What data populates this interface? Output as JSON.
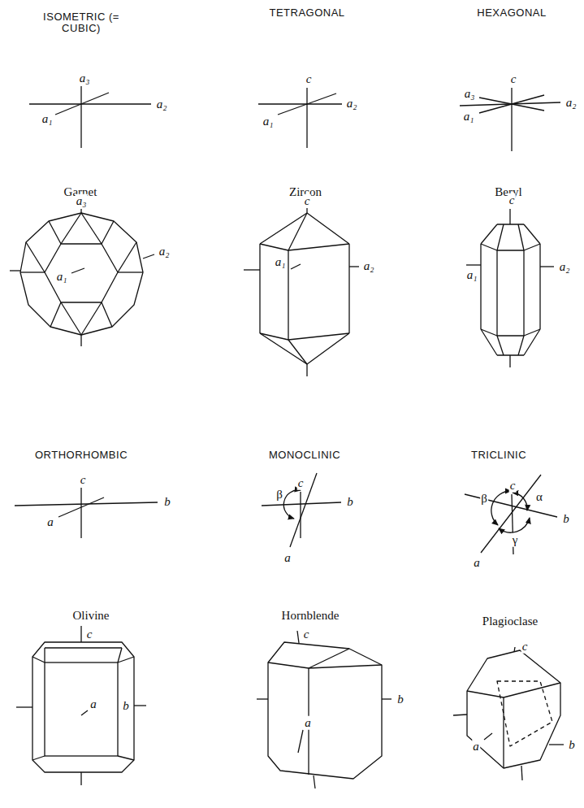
{
  "diagram": {
    "labels": [
      "ISOMETRIC (= CUBIC)",
      "a₃",
      "a₁",
      "a₂",
      "TETRAGONAL",
      "c",
      "a₁",
      "a₂",
      "HEXAGONAL",
      "c",
      "a₃",
      "a₁",
      "a₂",
      "Garnet",
      "a₃",
      "a₁",
      "a₂",
      "Zircon",
      "c",
      "a₁",
      "a₂",
      "Beryl",
      "c",
      "a₁",
      "a₂",
      "ORTHORHOMBIC",
      "c",
      "a",
      "b",
      "MONOCLINIC",
      "c",
      "β",
      "a",
      "b",
      "TRICLINIC",
      "c",
      "β",
      "α",
      "a",
      "γ",
      "b",
      "Olivine",
      "c",
      "a",
      "b",
      "Hornblende",
      "c",
      "a",
      "b",
      "Plagioclase",
      "c",
      "b",
      "a"
    ]
  }
}
